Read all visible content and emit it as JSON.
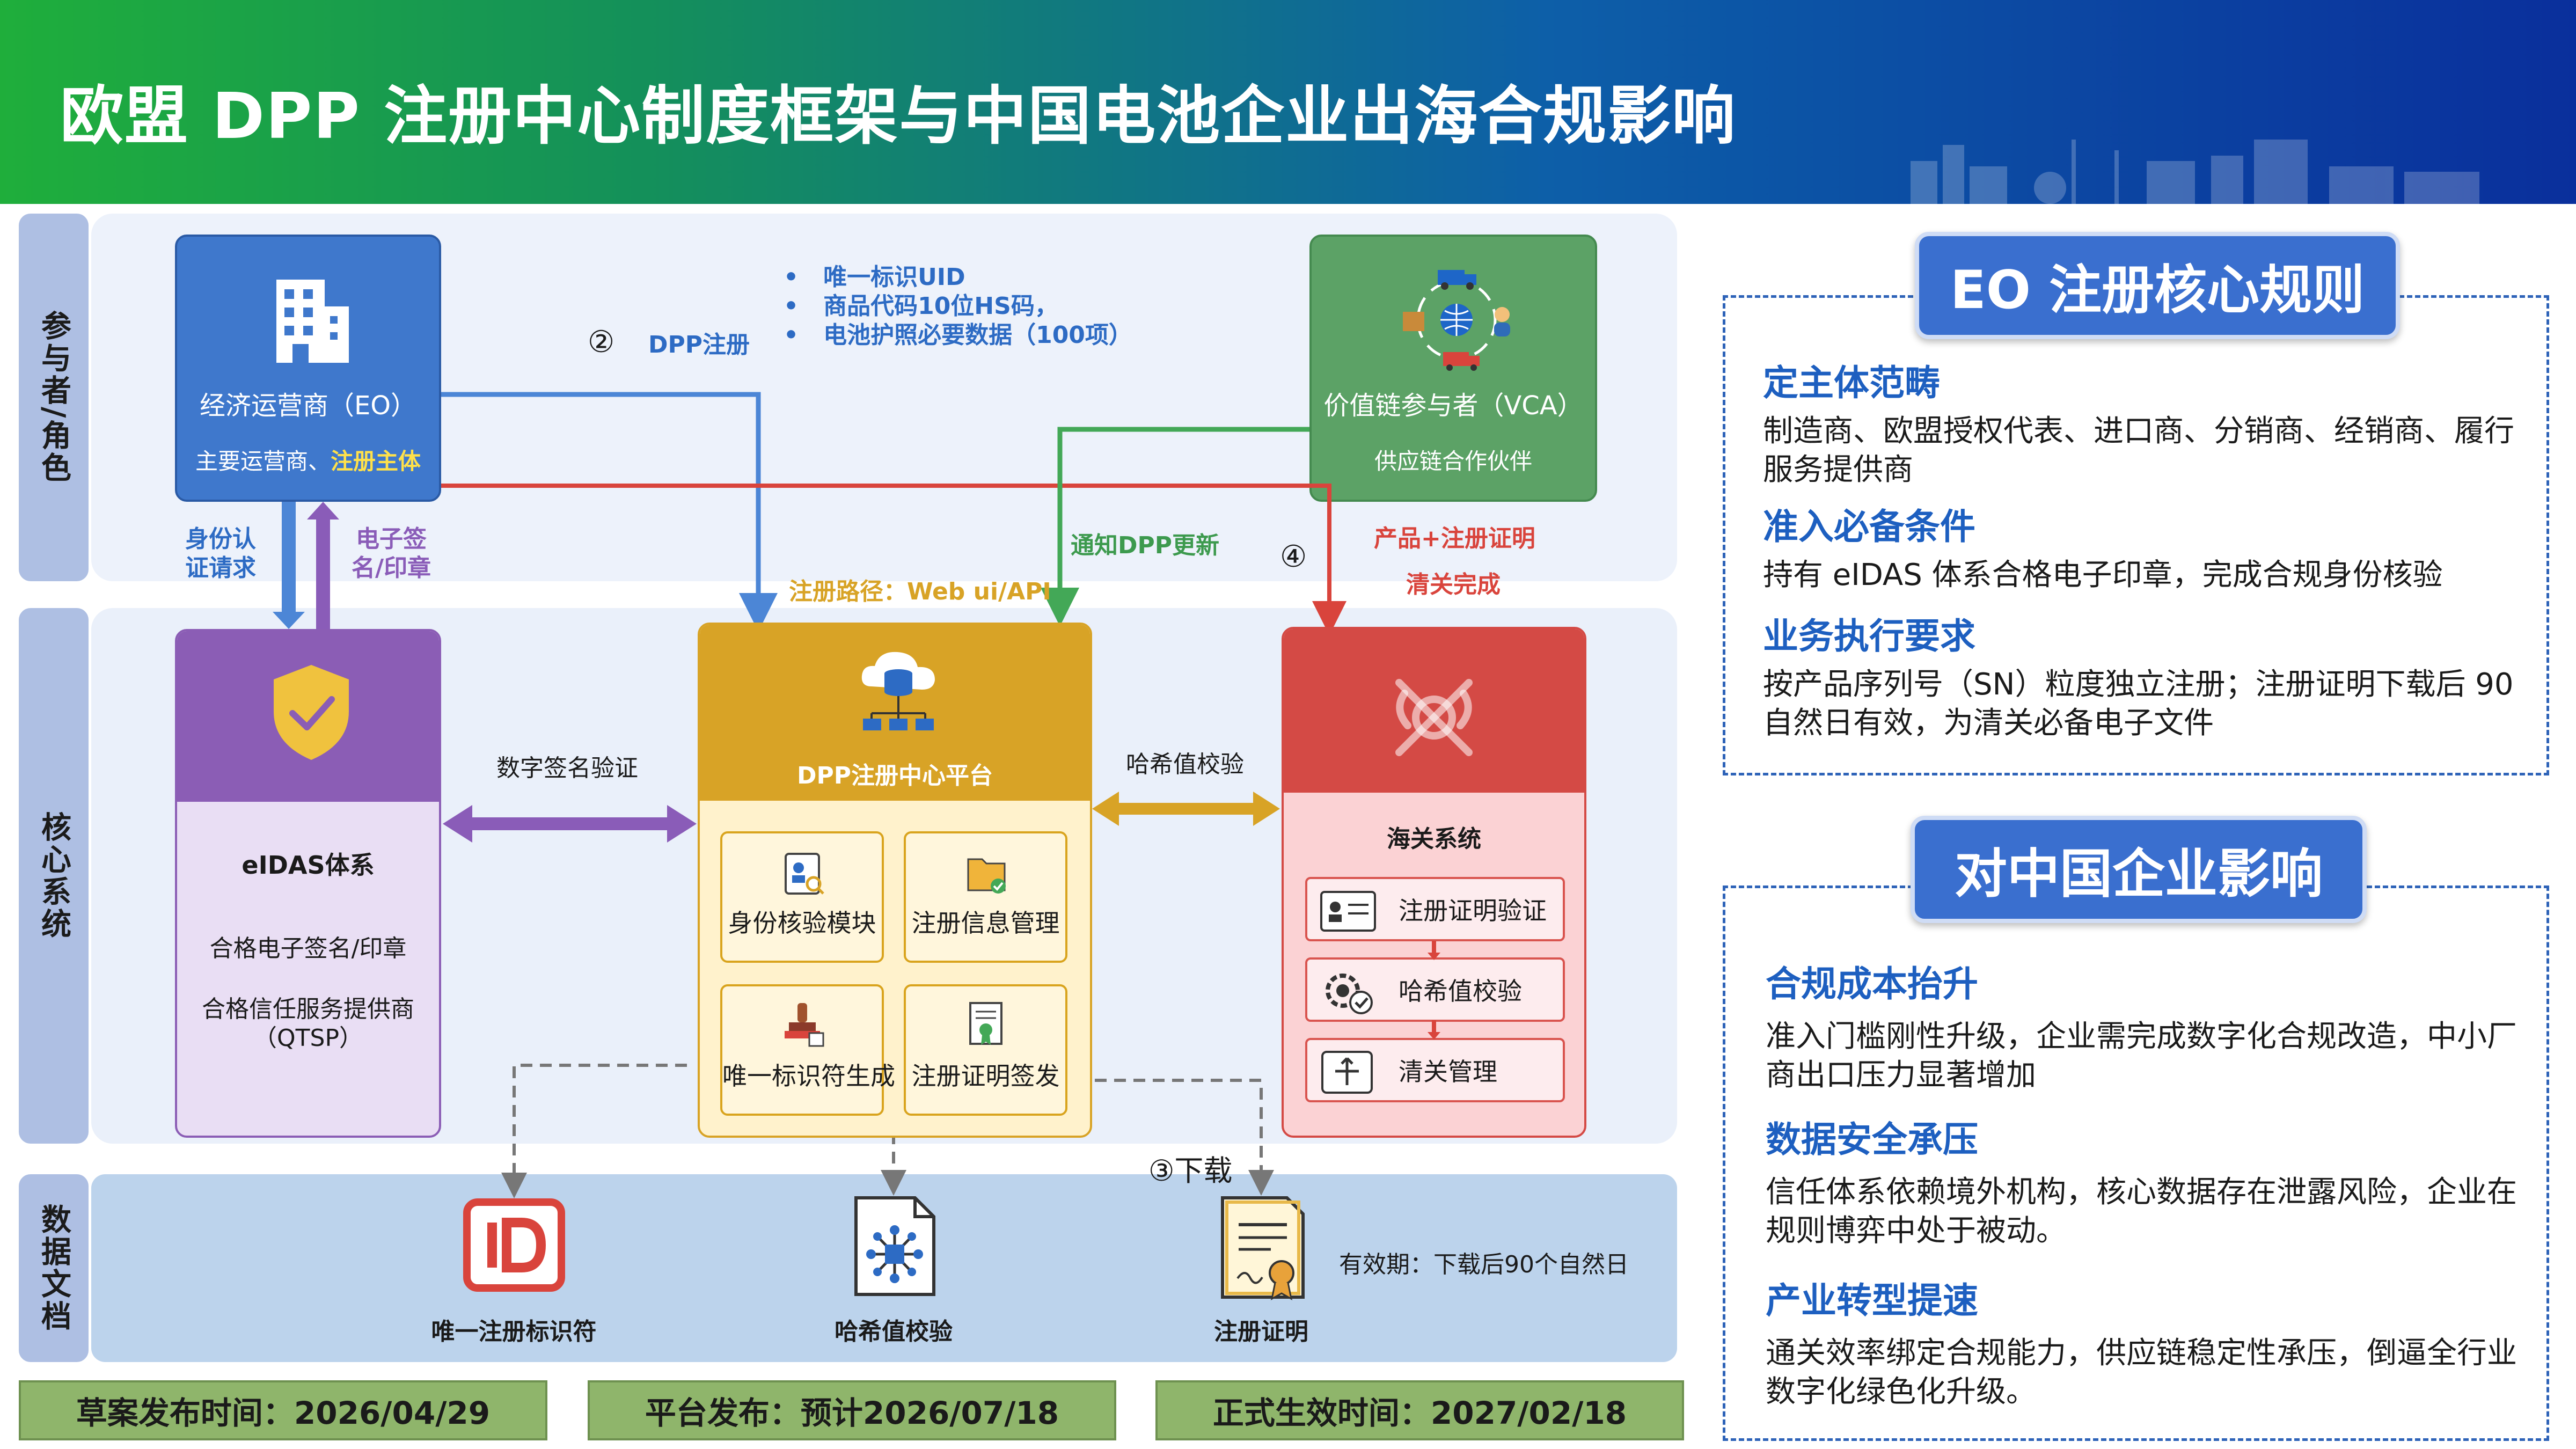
{
  "header": {
    "title": "欧盟 DPP 注册中心制度框架与中国电池企业出海合规影响"
  },
  "sidebar": {
    "participants": "参与者/角色",
    "core_systems": "核心系统",
    "data_docs": "数据文档"
  },
  "eo": {
    "title": "经济运营商（EO）",
    "sub_prefix": "主要运营商、",
    "sub_highlight": "注册主体"
  },
  "vca": {
    "title": "价值链参与者（VCA）",
    "sub": "供应链合作伙伴"
  },
  "dpp_registration": {
    "num": "②",
    "label": "DPP注册"
  },
  "bullets": [
    "唯一标识UID",
    "商品代码10位HS码，",
    "电池护照必要数据（100项）"
  ],
  "arrows": {
    "identity_request": [
      "身份认",
      "证请求"
    ],
    "esign": [
      "电子签",
      "名/印章"
    ],
    "notify": "通知DPP更新",
    "step4": "④",
    "product_cert": "产品+注册证明",
    "clearance_done": "清关完成",
    "path": "注册路径：Web ui/API",
    "sig_verify": "数字签名验证",
    "hash_check": "哈希值校验",
    "download": "③下载"
  },
  "eidas": {
    "title": "eIDAS体系",
    "item1": "合格电子签名/印章",
    "item2": "合格信任服务提供商",
    "item3": "（QTSP）"
  },
  "dpp_platform": {
    "title": "DPP注册中心平台",
    "modules": [
      "身份核验模块",
      "注册信息管理",
      "唯一标识符生成",
      "注册证明签发"
    ]
  },
  "customs": {
    "title": "海关系统",
    "modules": [
      "注册证明验证",
      "哈希值校验",
      "清关管理"
    ]
  },
  "data_docs": {
    "uid": "唯一注册标识符",
    "hash": "哈希值校验",
    "cert": "注册证明",
    "validity": "有效期：下载后90个自然日"
  },
  "footer": [
    "草案发布时间：2026/04/29",
    "平台发布：预计2026/07/18",
    "正式生效时间：2027/02/18"
  ],
  "right_panel_1": {
    "title": "EO 注册核心规则",
    "items": [
      {
        "heading": "定主体范畴",
        "text": "制造商、欧盟授权代表、进口商、分销商、经销商、履行服务提供商"
      },
      {
        "heading": "准入必备条件",
        "text": "持有 eIDAS 体系合格电子印章，完成合规身份核验"
      },
      {
        "heading": "业务执行要求",
        "text": "按产品序列号（SN）粒度独立注册；注册证明下载后 90 自然日有效，为清关必备电子文件"
      }
    ]
  },
  "right_panel_2": {
    "title": "对中国企业影响",
    "items": [
      {
        "heading": "合规成本抬升",
        "text": "准入门槛刚性升级，企业需完成数字化合规改造，中小厂商出口压力显著增加"
      },
      {
        "heading": "数据安全承压",
        "text": "信任体系依赖境外机构，核心数据存在泄露风险，企业在规则博弈中处于被动。"
      },
      {
        "heading": "产业转型提速",
        "text": "通关效率绑定合规能力，供应链稳定性承压，倒逼全行业数字化绿色化升级。"
      }
    ]
  },
  "colors": {
    "eo": "#3f78cc",
    "vca": "#5ca266",
    "eidas": "#8b5db5",
    "dpp": "#d8a326",
    "customs": "#d44a45",
    "arrow_blue": "#4c86d6",
    "arrow_red": "#d9443c",
    "arrow_green": "#43a857",
    "arrow_purple": "#8a5cb8",
    "highlight": "#ffe14a"
  }
}
